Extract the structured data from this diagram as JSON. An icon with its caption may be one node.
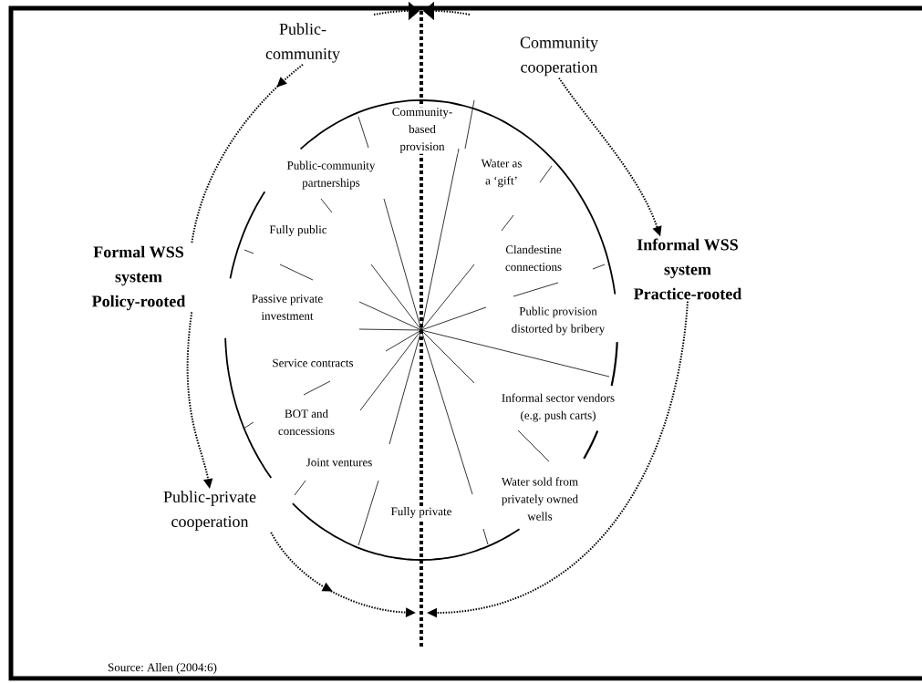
{
  "diagram": {
    "nodes": [
      {
        "text": [
          "Public-community"
        ]
      },
      {
        "text": [
          "Community cooperation"
        ]
      },
      {
        "text": [
          "Formal WSS system Policy-rooted"
        ]
      },
      {
        "text": [
          "Informal WSS system Practice-rooted"
        ]
      },
      {
        "text": [
          "Public-private cooperation"
        ]
      }
    ],
    "edges": [
      {
        "from": 0,
        "to": 2,
        "arrow": "to"
      },
      {
        "from": 1,
        "to": 3,
        "arrow": "to"
      },
      {
        "from": 2,
        "to": 4,
        "arrow": "to"
      },
      {
        "from": 4,
        "to": null,
        "arrow": "to"
      },
      {
        "from": 3,
        "to": null,
        "arrow": "to"
      }
    ],
    "labels": [
      "Community-based provision",
      "Public-community partnerships",
      "Water as a ‘gift’",
      "Fully public",
      "Clandestine connections",
      "Passive private investment",
      "Public provision distorted by bribery",
      "Service contracts",
      "Informal sector vendors (e.g. push carts)",
      "BOT and concessions",
      "Joint ventures",
      "Water sold from privately owned wells",
      "Fully private",
      "Source: Allen (2004:6)"
    ]
  }
}
